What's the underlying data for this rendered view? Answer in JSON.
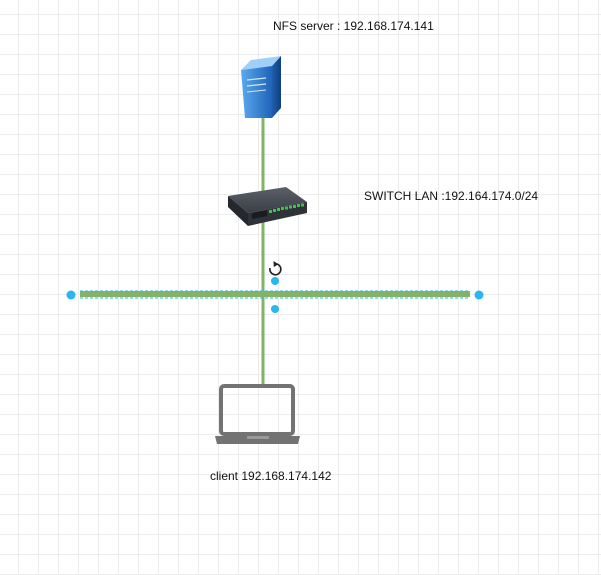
{
  "labels": {
    "server": "NFS server : 192.168.174.141",
    "switch": "SWITCH LAN :192.164.174.0/24",
    "client": "client 192.168.174.142"
  },
  "icons": {
    "server": "server-tower-icon",
    "switch": "network-switch-icon",
    "client": "laptop-icon",
    "rotate": "rotate-handle-icon"
  },
  "colors": {
    "link": "#82b366",
    "selection_handle": "#29b6f2",
    "server_blue": "#2e7fd1",
    "laptop_gray": "#737373",
    "switch_dark": "#2f3238",
    "port_green": "#3ec44a"
  },
  "selection": {
    "selected_element": "lan-bus-line"
  }
}
